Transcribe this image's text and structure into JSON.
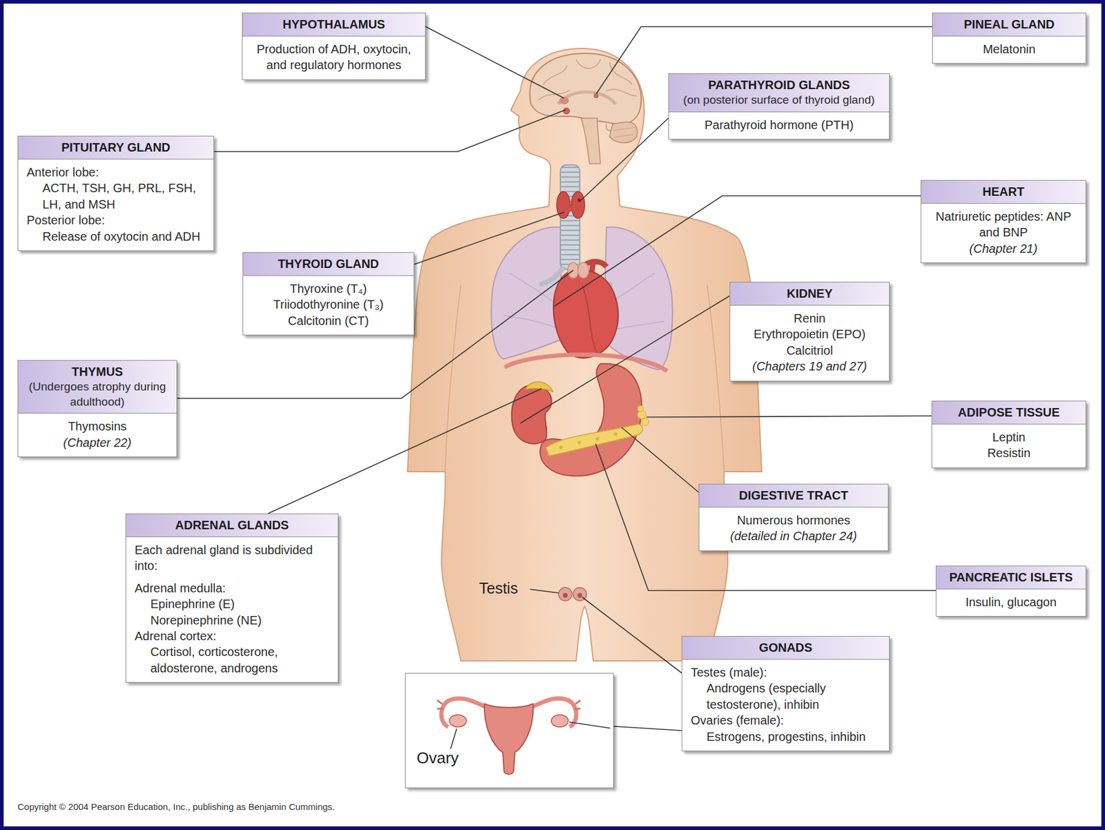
{
  "diagram": {
    "nodes": [
      {
        "text": [
          "HYPOTHALAMUS",
          "Production of ADH, oxytocin, and regulatory hormones"
        ]
      },
      {
        "text": [
          "PINEAL GLAND",
          "Melatonin"
        ]
      },
      {
        "text": [
          "PITUITARY GLAND",
          "Anterior lobe:",
          "ACTH, TSH, GH, PRL, FSH, LH, and MSH",
          "Posterior lobe:",
          "Release of oxytocin and ADH"
        ]
      },
      {
        "text": [
          "PARATHYROID GLANDS",
          "(on posterior surface of thyroid gland)",
          "Parathyroid hormone (PTH)"
        ]
      },
      {
        "text": [
          "HEART",
          "Natriuretic peptides: ANP and BNP",
          "(Chapter 21)"
        ]
      },
      {
        "text": [
          "THYROID GLAND",
          "Thyroxine (T₄)",
          "Triiodothyronine (T₃)",
          "Calcitonin (CT)"
        ]
      },
      {
        "text": [
          "KIDNEY",
          "Renin",
          "Erythropoietin (EPO)",
          "Calcitriol",
          "(Chapters 19 and 27)"
        ]
      },
      {
        "text": [
          "THYMUS",
          "(Undergoes atrophy during adulthood)",
          "Thymosins",
          "(Chapter 22)"
        ]
      },
      {
        "text": [
          "ADIPOSE TISSUE",
          "Leptin",
          "Resistin"
        ]
      },
      {
        "text": [
          "DIGESTIVE TRACT",
          "Numerous hormones",
          "(detailed in Chapter 24)"
        ]
      },
      {
        "text": [
          "ADRENAL GLANDS",
          "Each adrenal gland is subdivided into:",
          "Adrenal medulla:",
          "Epinephrine (E)",
          "Norepinephrine (NE)",
          "Adrenal cortex:",
          "Cortisol, corticosterone, aldosterone, androgens"
        ]
      },
      {
        "text": [
          "PANCREATIC ISLETS",
          "Insulin, glucagon"
        ]
      },
      {
        "text": [
          "GONADS",
          "Testes (male):",
          "Androgens (especially testosterone), inhibin",
          "Ovaries (female):",
          "Estrogens, progestins, inhibin"
        ]
      },
      {
        "text": [
          "Ovary"
        ]
      }
    ],
    "edges": [
      {
        "from": 12,
        "to": 13,
        "arrow": "none"
      }
    ],
    "labels": [
      "Testis",
      "Copyright © 2004 Pearson Education, Inc., publishing as Benjamin Cummings."
    ]
  }
}
